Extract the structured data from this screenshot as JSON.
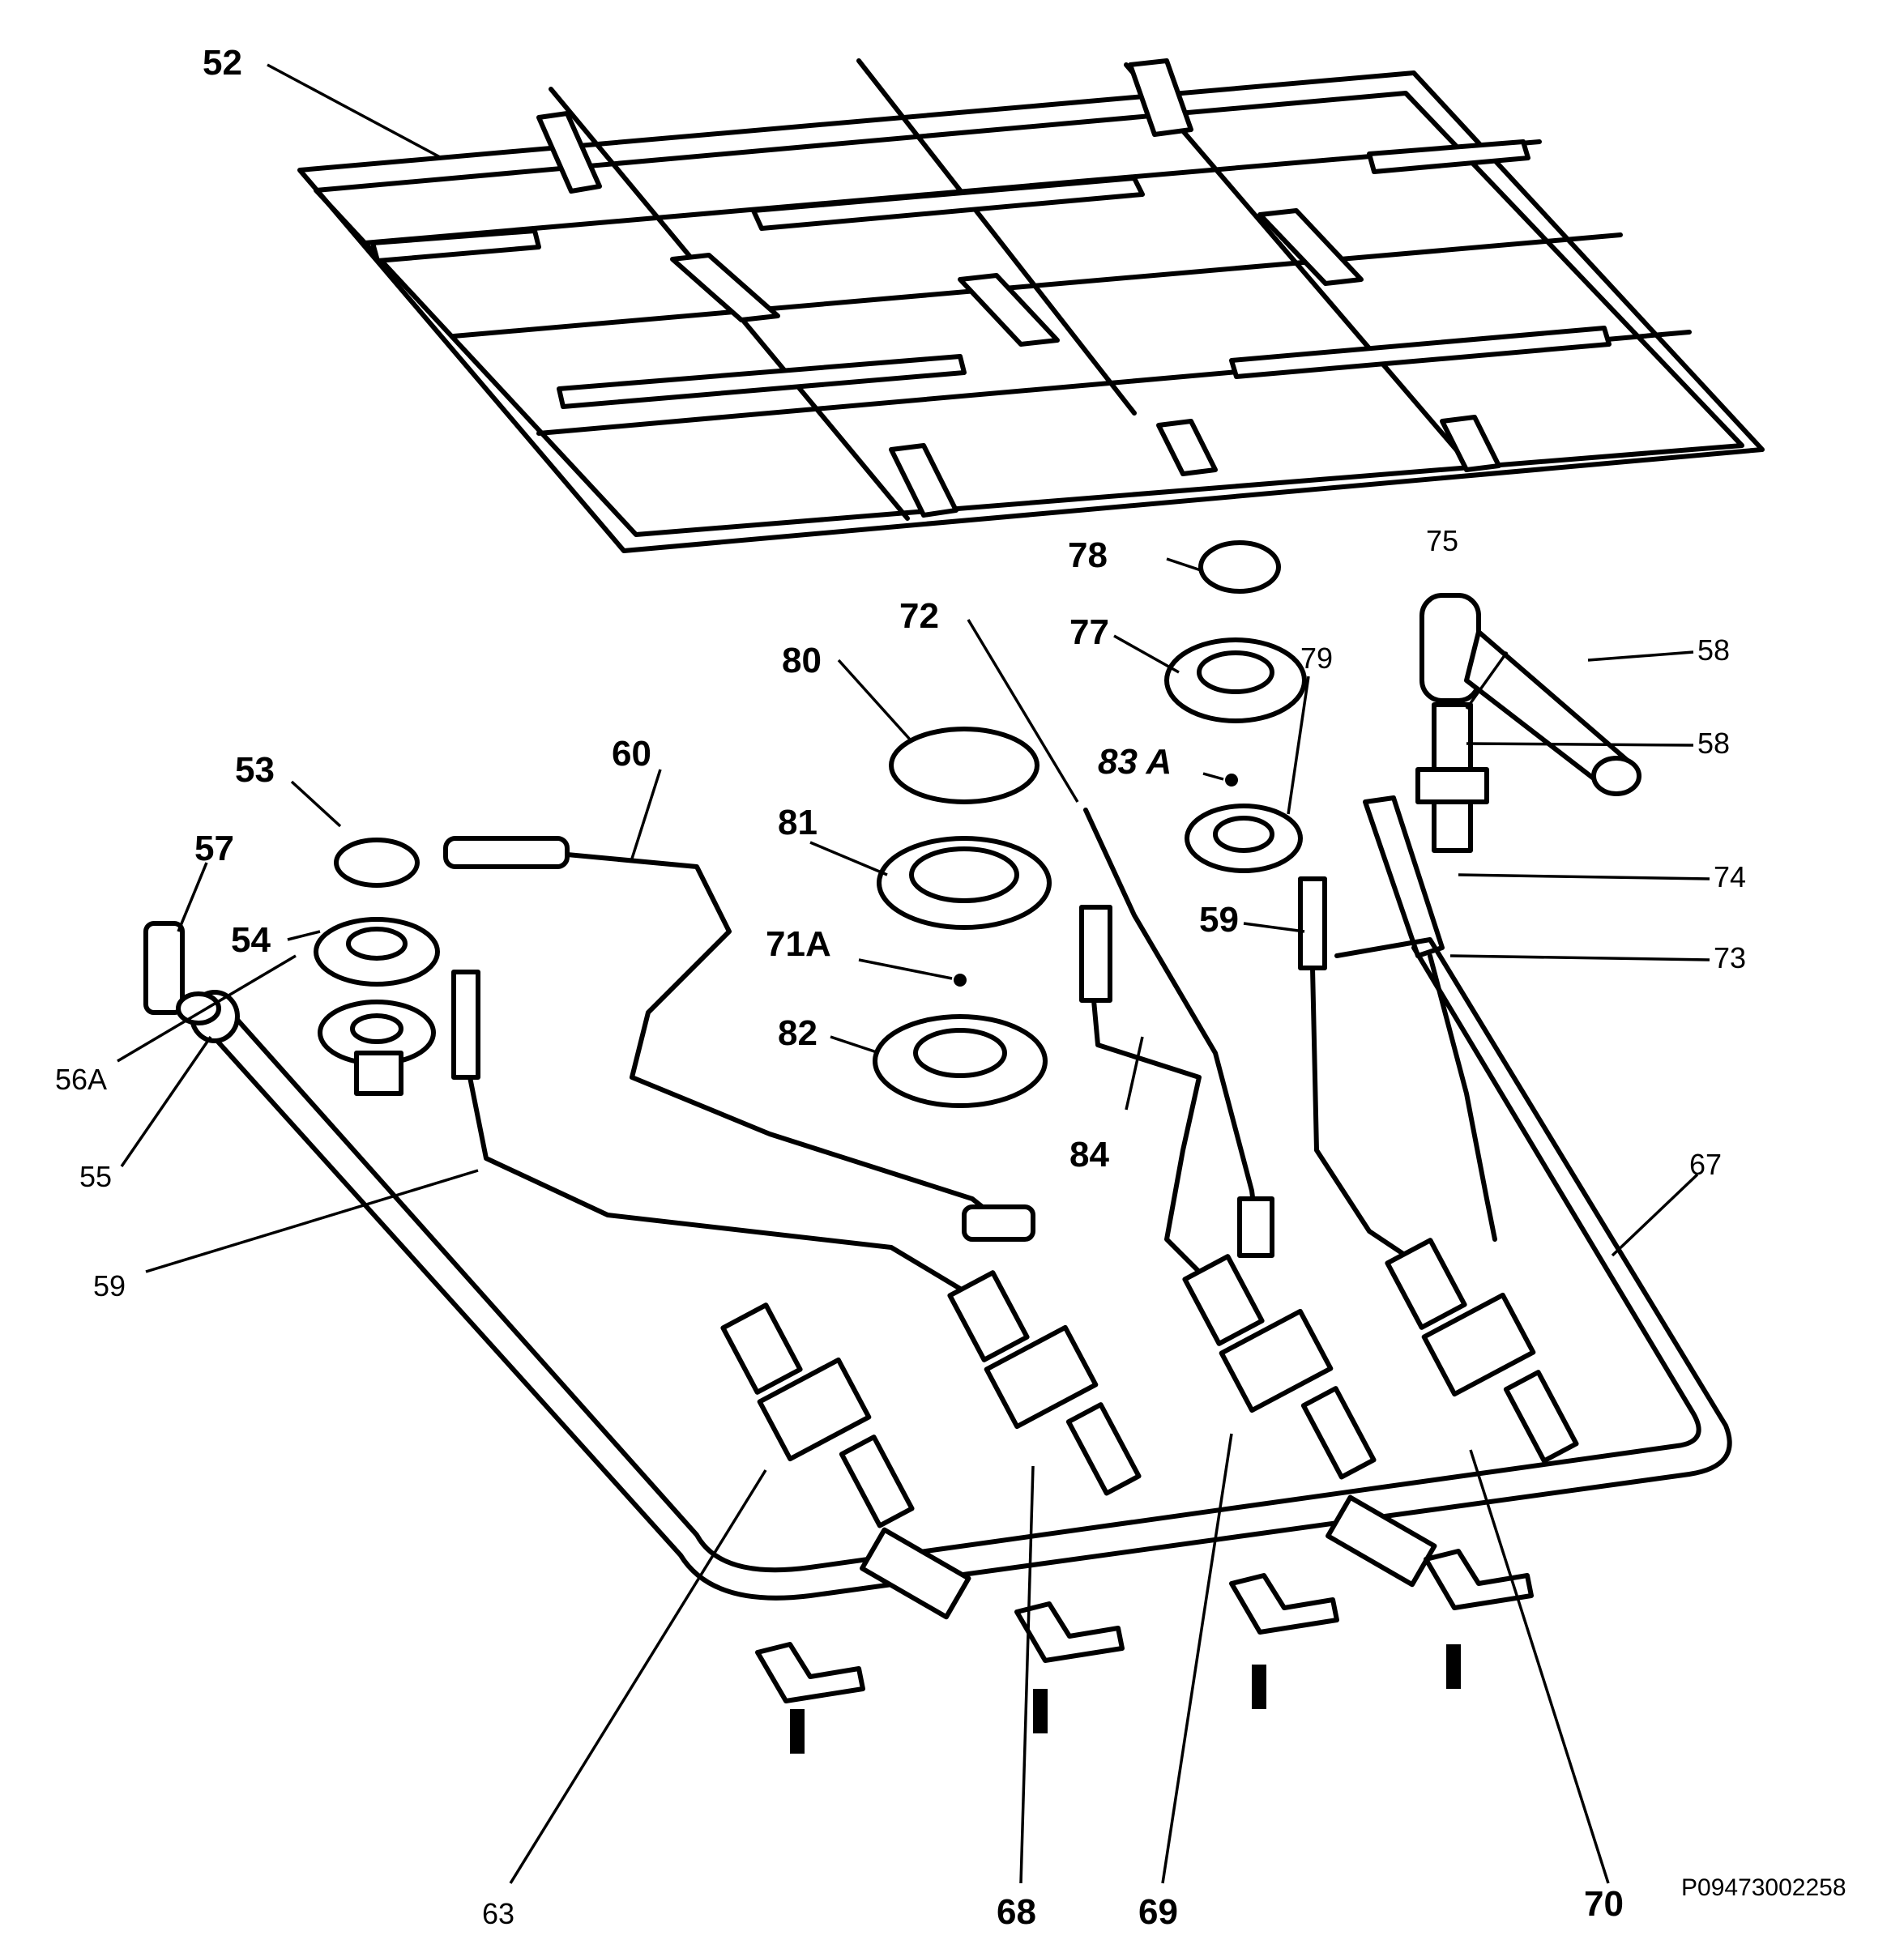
{
  "diagram": {
    "code": "P09473002258",
    "callouts": {
      "c52": "52",
      "c53": "53",
      "c54": "54",
      "c55": "55",
      "c56a": "56A",
      "c57": "57",
      "c58a": "58",
      "c58b": "58",
      "c59a": "59",
      "c59b": "59",
      "c60": "60",
      "c63": "63",
      "c67": "67",
      "c68": "68",
      "c69": "69",
      "c70": "70",
      "c71a": "71A",
      "c72": "72",
      "c73": "73",
      "c74": "74",
      "c75": "75",
      "c77": "77",
      "c78": "78",
      "c79": "79",
      "c80": "80",
      "c81": "81",
      "c82": "82",
      "c83a": "83 A",
      "c84": "84"
    }
  }
}
